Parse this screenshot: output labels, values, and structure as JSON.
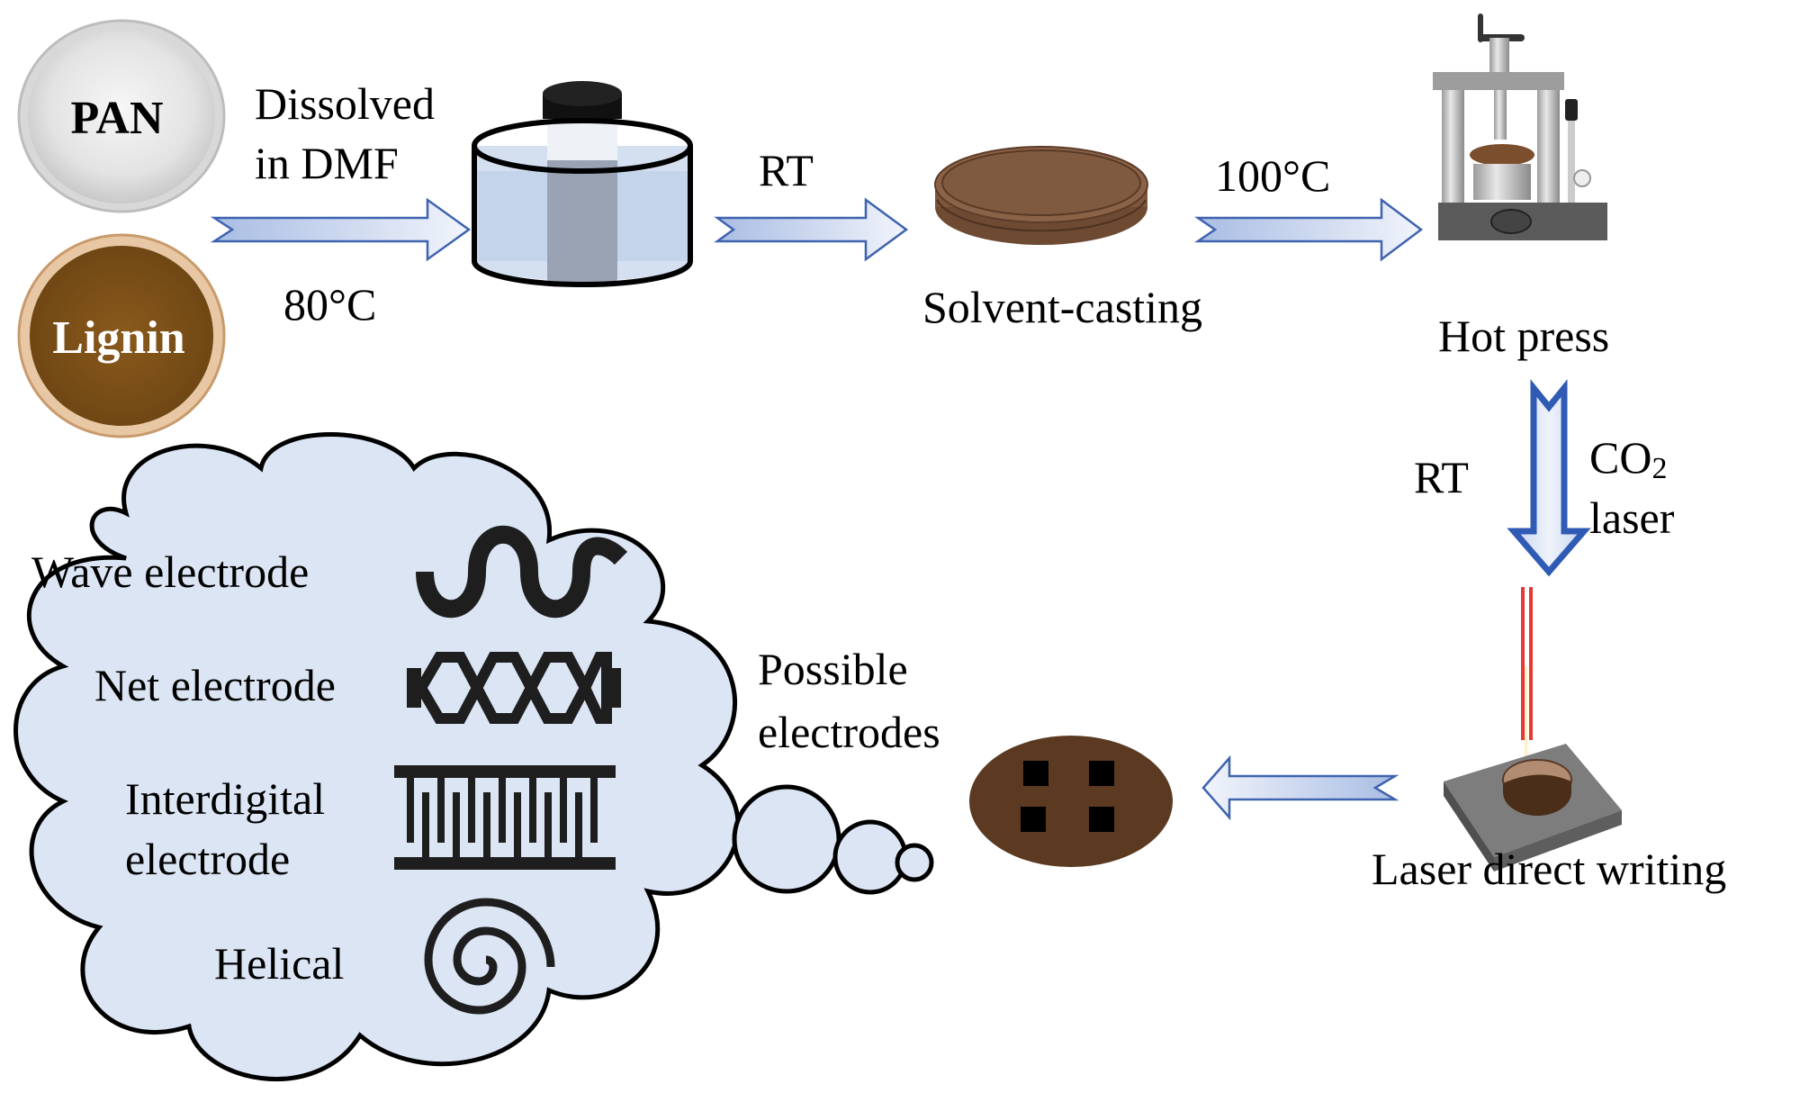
{
  "figure": {
    "materials": {
      "pan_label": "PAN",
      "lignin_label": "Lignin"
    },
    "steps": {
      "dissolve_line1": "Dissolved",
      "dissolve_line2": "in DMF",
      "dissolve_temp": "80°C",
      "casting_condition": "RT",
      "casting_label": "Solvent-casting",
      "press_temp": "100°C",
      "press_label": "Hot press",
      "laser_condition": "RT",
      "laser_type_main": "CO",
      "laser_type_sub": "2",
      "laser_word": "laser",
      "laser_label": "Laser direct writing"
    },
    "thought_bubble": {
      "caption_line1": "Possible",
      "caption_line2": "electrodes",
      "electrodes": [
        {
          "label_lines": [
            "Wave electrode"
          ],
          "icon": "wave-electrode-icon"
        },
        {
          "label_lines": [
            "Net electrode"
          ],
          "icon": "net-electrode-icon"
        },
        {
          "label_lines": [
            "Interdigital",
            "electrode"
          ],
          "icon": "interdigital-electrode-icon"
        },
        {
          "label_lines": [
            "Helical"
          ],
          "icon": "helical-electrode-icon"
        }
      ]
    },
    "colors": {
      "arrow_fill_light": "#eef2fa",
      "arrow_fill_dark": "#a9bde3",
      "arrow_stroke": "#3f63b0",
      "down_arrow_stroke": "#2f5bb5",
      "cloud_fill": "#dbe5f4",
      "lignin_brown": "#5a3a1e",
      "film_brown": "#7b5236"
    }
  }
}
